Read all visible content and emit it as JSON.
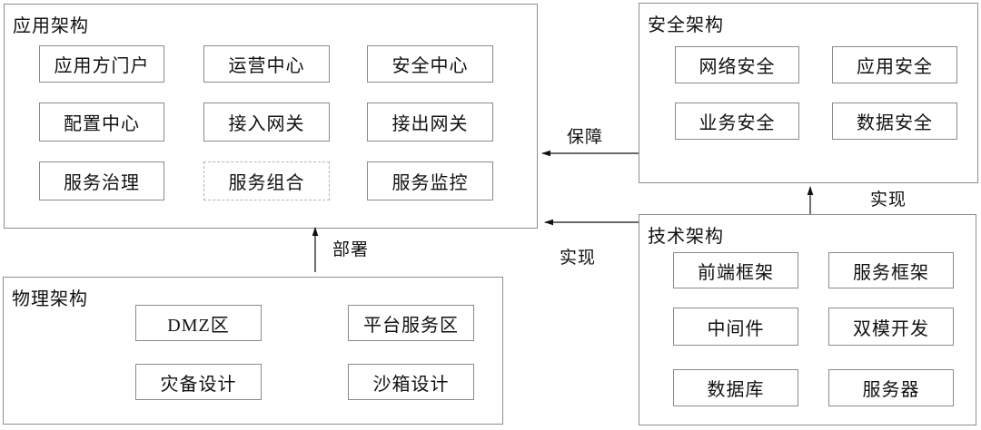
{
  "diagram": {
    "panels": {
      "application": {
        "title": "应用架构",
        "items": [
          "应用方门户",
          "运营中心",
          "安全中心",
          "配置中心",
          "接入网关",
          "接出网关",
          "服务治理",
          "服务组合",
          "服务监控"
        ]
      },
      "security": {
        "title": "安全架构",
        "items": [
          "网络安全",
          "应用安全",
          "业务安全",
          "数据安全"
        ]
      },
      "technology": {
        "title": "技术架构",
        "items": [
          "前端框架",
          "服务框架",
          "中间件",
          "双模开发",
          "数据库",
          "服务器"
        ]
      },
      "physical": {
        "title": "物理架构",
        "items": [
          "DMZ区",
          "平台服务区",
          "灾备设计",
          "沙箱设计"
        ]
      }
    },
    "arrows": [
      {
        "label": "保障",
        "from": "安全架构",
        "to": "应用架构"
      },
      {
        "label": "实现",
        "from": "技术架构",
        "to": "应用架构"
      },
      {
        "label": "实现",
        "from": "技术架构",
        "to": "安全架构"
      },
      {
        "label": "部署",
        "from": "物理架构",
        "to": "应用架构"
      }
    ],
    "colors": {
      "panel_border": "#8e8e8e",
      "item_border": "#8a8a8a",
      "dashed_item_border": "#b5b5b5",
      "text": "#111111",
      "arrow": "#111111",
      "background": "#ffffff"
    }
  }
}
